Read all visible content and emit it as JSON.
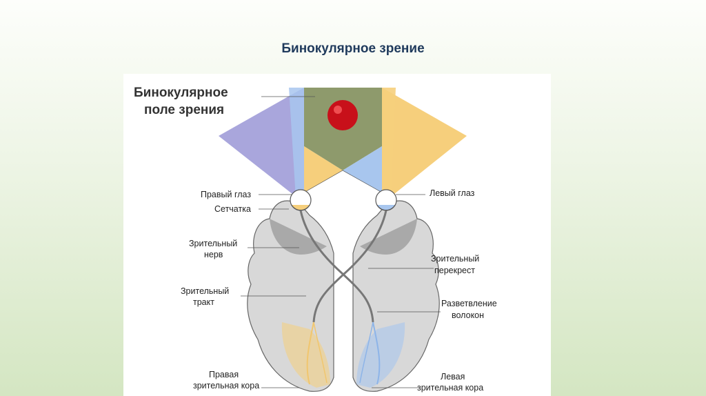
{
  "slide": {
    "title": "Бинокулярное зрение"
  },
  "diagram": {
    "field_label_line1": "Бинокулярное",
    "field_label_line2": "поле зрения",
    "labels": {
      "right_eye": "Правый глаз",
      "retina": "Сетчатка",
      "optic_nerve_1": "Зрительный",
      "optic_nerve_2": "нерв",
      "optic_tract_1": "Зрительный",
      "optic_tract_2": "тракт",
      "left_eye": "Левый глаз",
      "chiasm_1": "Зрительный",
      "chiasm_2": "перекрест",
      "branching_1": "Разветвление",
      "branching_2": "волокон",
      "right_cortex_1": "Правая",
      "right_cortex_2": "зрительная кора",
      "left_cortex_1": "Левая",
      "left_cortex_2": "зрительная кора"
    },
    "colors": {
      "left_field": "#a9a6dc",
      "right_field": "#f6cf7c",
      "binocular_center": "#8e9a6c",
      "overlap_blue": "#a8c6ee",
      "object": "#c8101a",
      "brain_dark": "#8a8a8a",
      "brain_light": "#d8d8d8"
    }
  }
}
